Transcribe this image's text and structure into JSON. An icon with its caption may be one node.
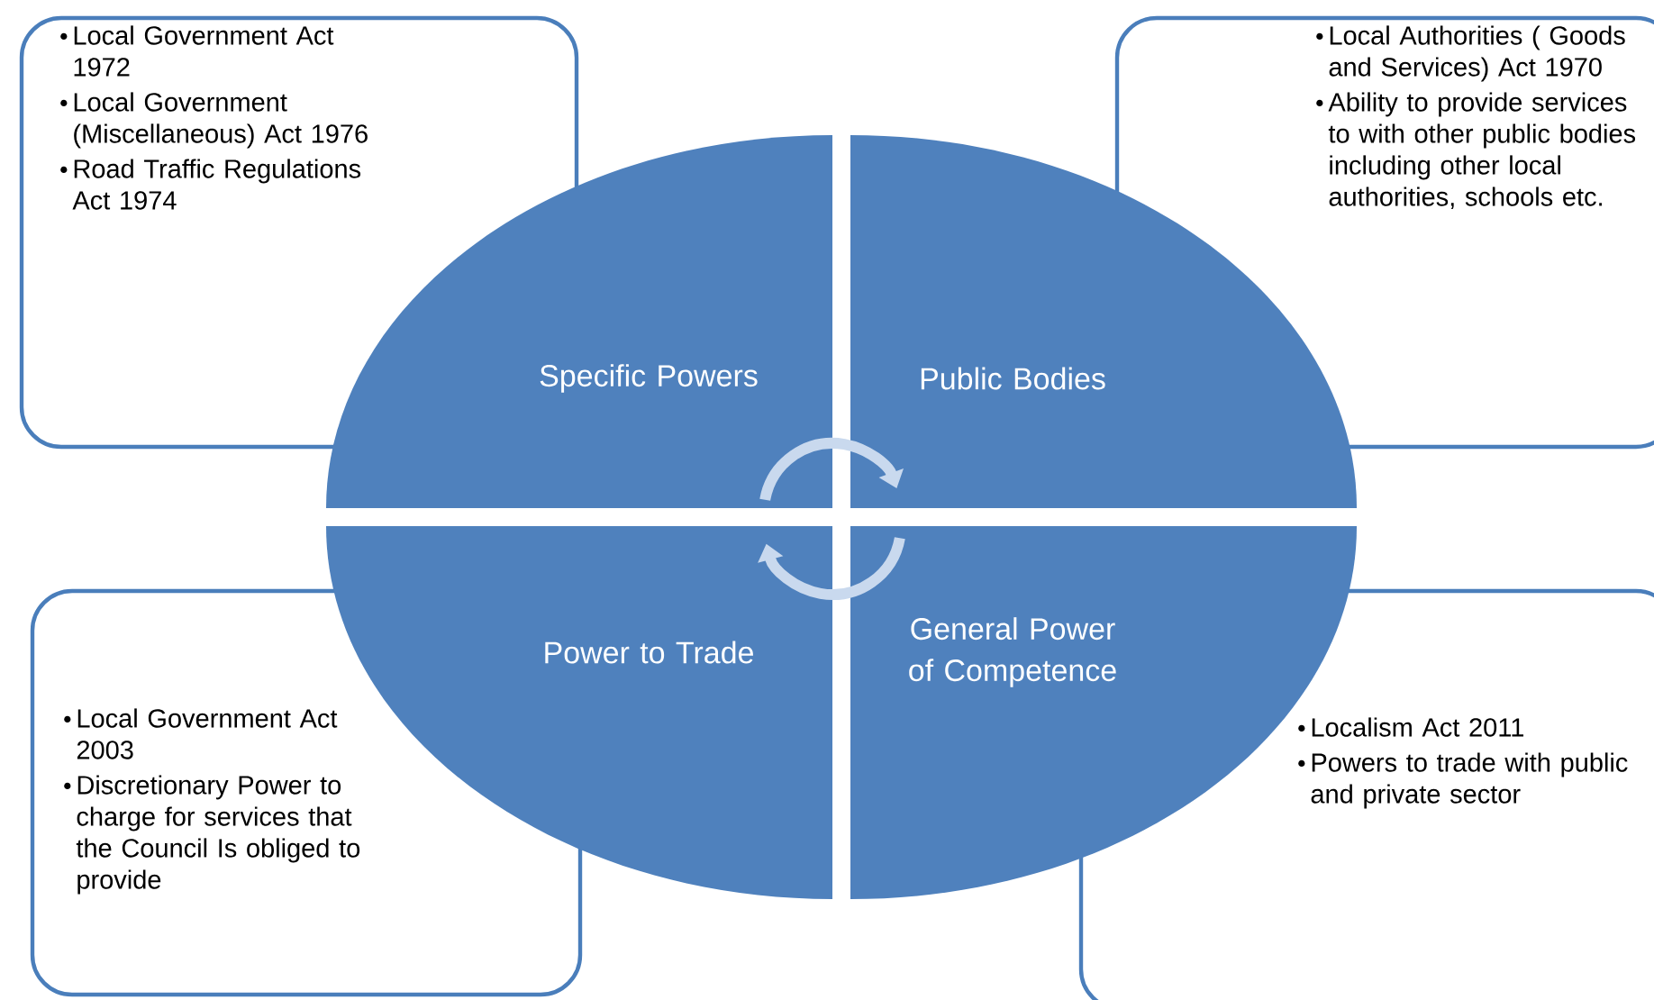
{
  "diagram": {
    "nodes": [
      {
        "text": [
          "Local Government Act 1972",
          "Local Government (Miscellaneous) Act 1976",
          "Road Traffic Regulations Act 1974"
        ]
      },
      {
        "text": [
          "Local Authorities ( Goods and Services) Act 1970",
          "Ability to provide services to with other public bodies including other local authorities, schools etc."
        ]
      },
      {
        "text": [
          "Specific Powers"
        ]
      },
      {
        "text": [
          "Public Bodies"
        ]
      },
      {
        "text": [
          "Power to Trade"
        ]
      },
      {
        "text": [
          "General Power of Competence"
        ]
      },
      {
        "text": [
          "Local Government Act 2003",
          "Discretionary Power to charge for services that the Council Is obliged to provide"
        ]
      },
      {
        "text": [
          "Localism Act 2011",
          "Powers to trade with public and private sector"
        ]
      }
    ],
    "edges": [
      {
        "from": 2,
        "to": 3,
        "arrow": "to"
      },
      {
        "from": 5,
        "to": 4,
        "arrow": "to"
      }
    ]
  }
}
